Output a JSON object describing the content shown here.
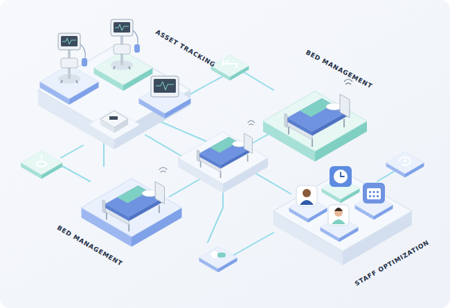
{
  "diagram": {
    "labels": [
      "ASSET TRACKING",
      "BED MANAGEMENT",
      "BED MANAGEMENT",
      "STAFF OPTIMIZATION"
    ]
  }
}
